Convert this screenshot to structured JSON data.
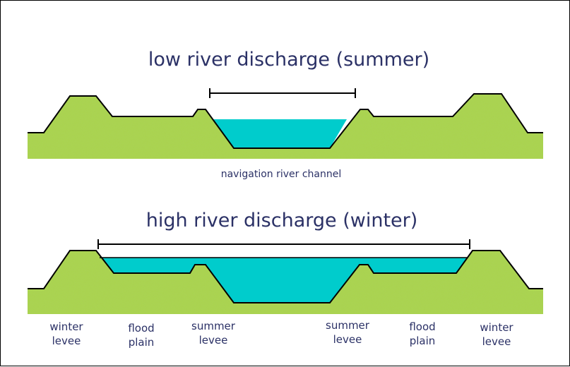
{
  "diagram": {
    "summer_title": "low river discharge (summer)",
    "summer_caption": "navigation river channel",
    "winter_title": "high river discharge (winter)",
    "labels": {
      "winter_levee_left": [
        "winter",
        "levee"
      ],
      "flood_plain_left": [
        "flood",
        "plain"
      ],
      "summer_levee_left": [
        "summer",
        "levee"
      ],
      "summer_levee_right": [
        "summer",
        "levee"
      ],
      "flood_plain_right": [
        "flood",
        "plain"
      ],
      "winter_levee_right": [
        "winter",
        "levee"
      ]
    },
    "colors": {
      "ground": "#a8d44c",
      "ground_outline": "#000000",
      "water": "#00cccc",
      "text": "#2b3166"
    }
  }
}
